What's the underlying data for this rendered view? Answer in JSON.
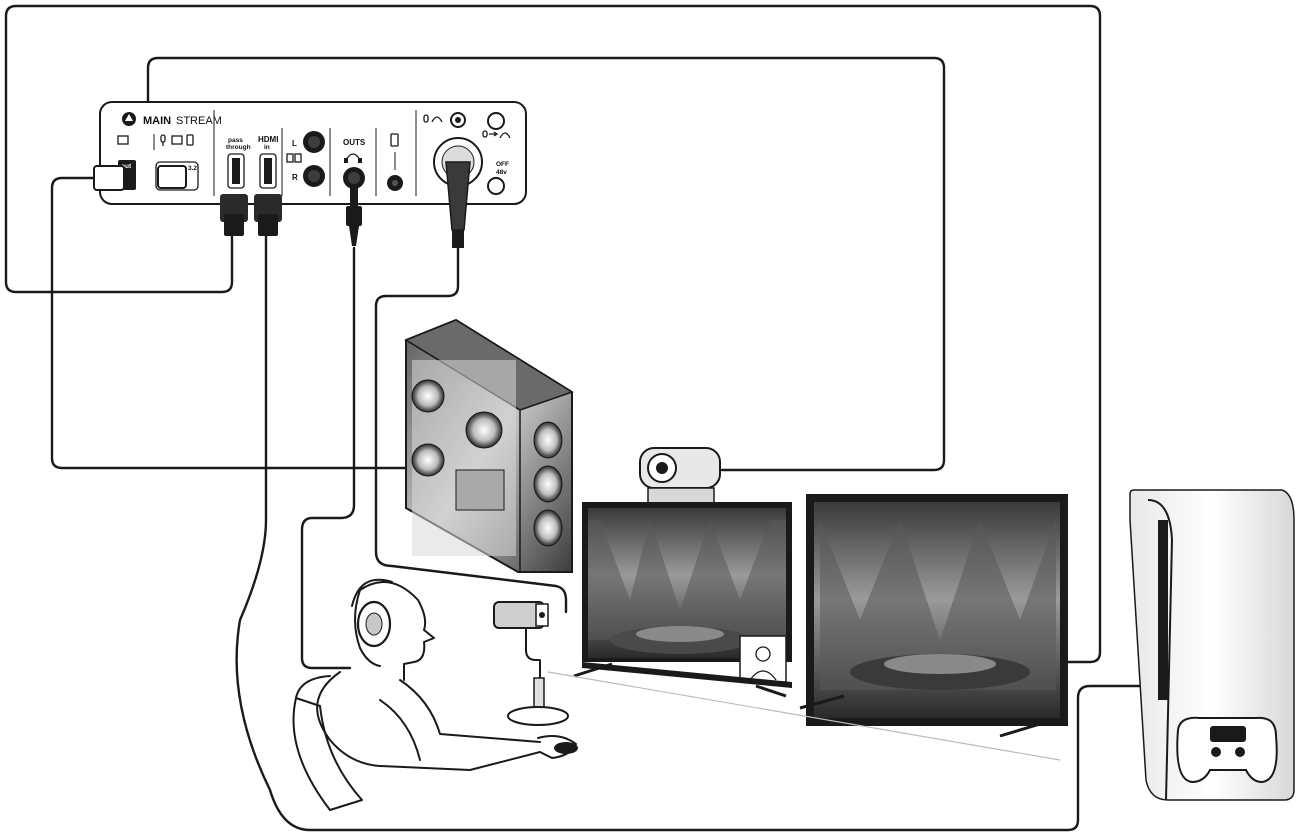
{
  "device": {
    "brand_bold": "MAIN",
    "brand_light": "STREAM",
    "ports": {
      "usb_out": "out",
      "usb_c": "3.2",
      "hdmi_pass": "pass\nthrough",
      "hdmi_pass_line1": "pass",
      "hdmi_pass_line2": "through",
      "hdmi_in_line1": "HDMI",
      "hdmi_in_line2": "in",
      "left": "L",
      "right": "R",
      "outs": "OUTS",
      "phantom_off": "OFF",
      "phantom_on": "48v"
    }
  },
  "icons": [
    "mackie-logo-icon",
    "headphones-icon",
    "microphone-icon",
    "phone-icon",
    "speaker-icon",
    "camera-icon"
  ],
  "colors": {
    "ink": "#1a1a1a",
    "background": "#ffffff",
    "panel": "#ffffff"
  }
}
